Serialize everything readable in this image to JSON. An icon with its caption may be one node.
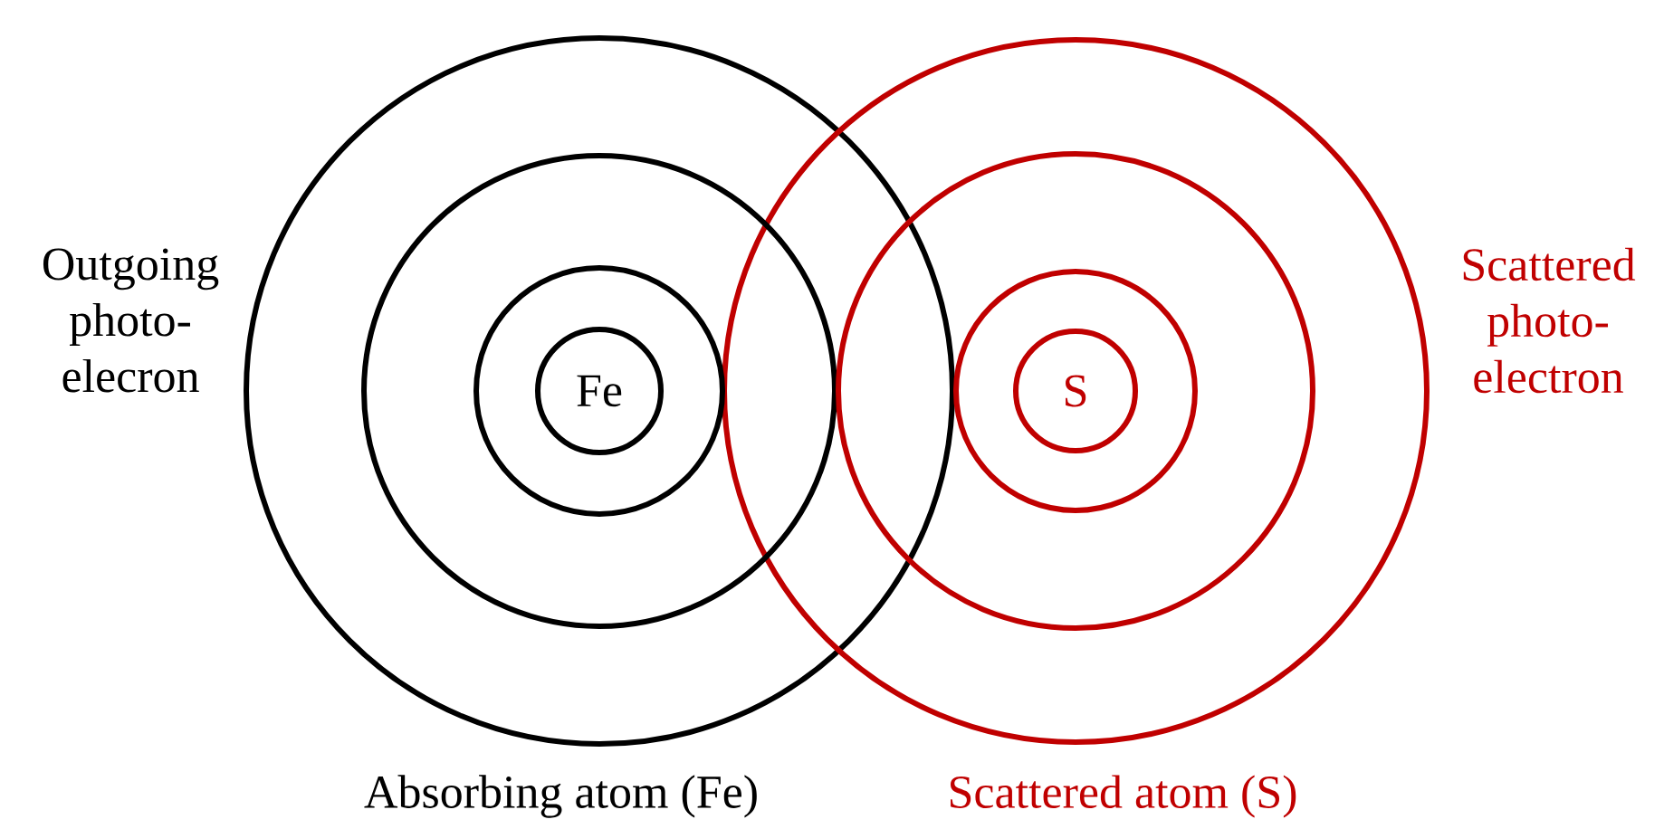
{
  "diagram": {
    "nodes": [
      {
        "text": [],
        "shape": "circle",
        "beside": [
          "Outgoing photo- elecron",
          "Absorbing atom (Fe)"
        ]
      },
      {
        "text": [],
        "shape": "circle",
        "in": 0
      },
      {
        "text": [],
        "shape": "circle",
        "in": 1
      },
      {
        "text": [
          "Fe"
        ],
        "in": 2
      },
      {
        "text": [],
        "shape": "circle",
        "beside": [
          "Scattered photo- electron",
          "Scattered atom (S)"
        ]
      },
      {
        "text": [],
        "shape": "circle",
        "in": 4
      },
      {
        "text": [],
        "shape": "circle",
        "in": 5
      },
      {
        "text": [
          "S"
        ],
        "in": 6
      }
    ]
  }
}
